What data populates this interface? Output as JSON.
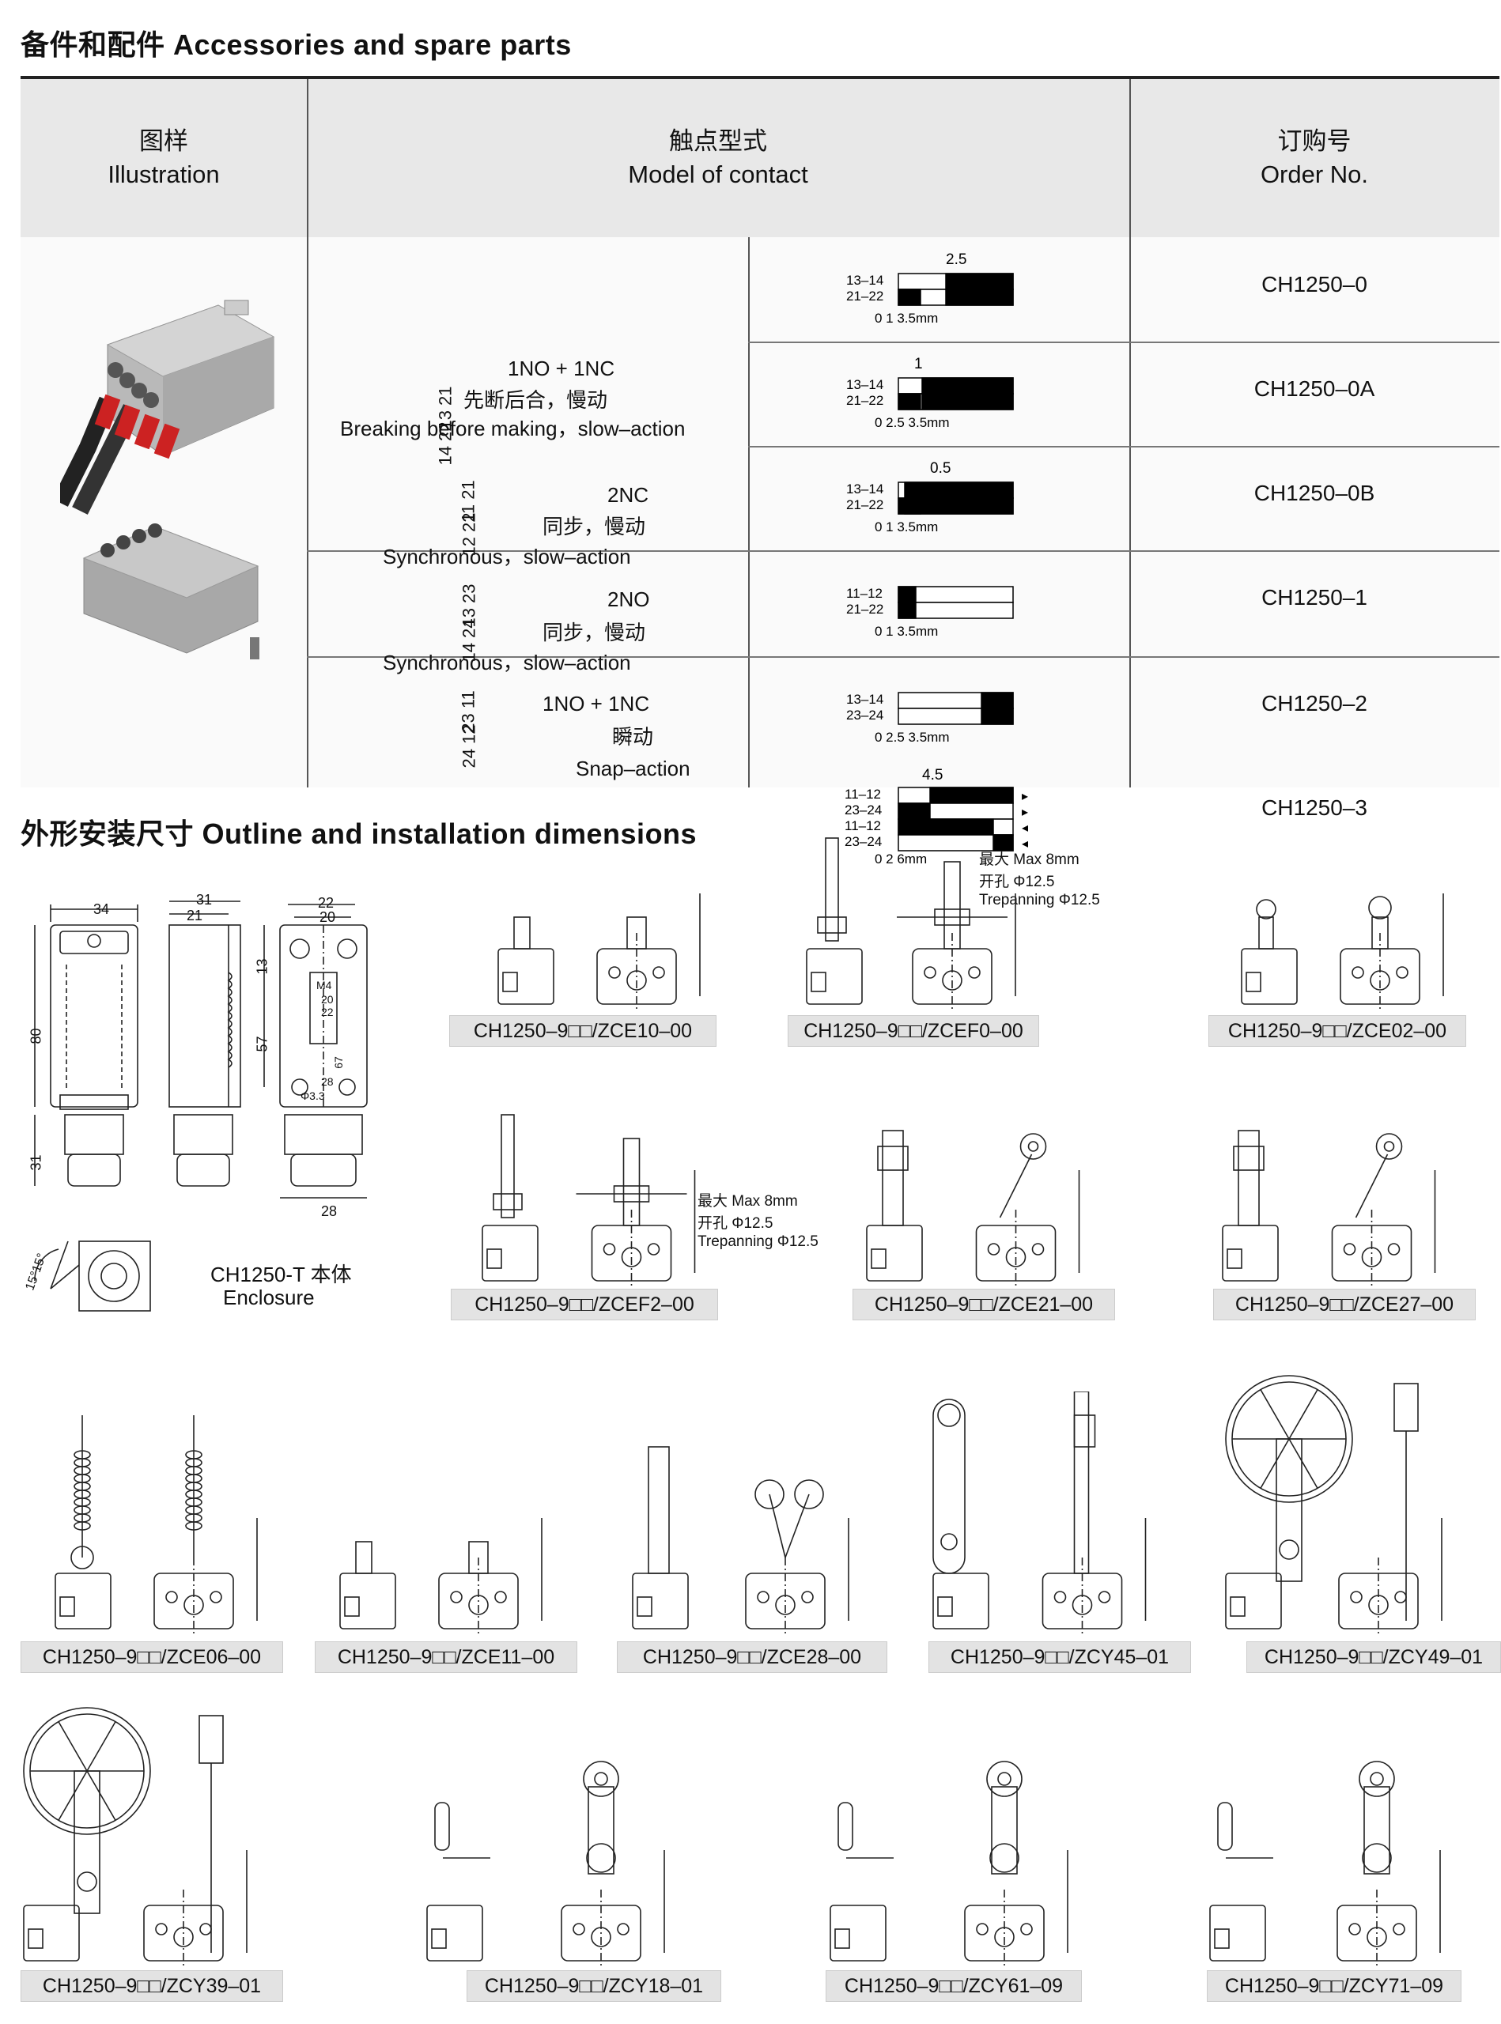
{
  "accessories": {
    "title": "备件和配件  Accessories and spare parts",
    "headers": {
      "illustration_cn": "图样",
      "illustration_en": "Illustration",
      "model_cn": "触点型式",
      "model_en": "Model of contact",
      "order_cn": "订购号",
      "order_en": "Order No."
    },
    "groups": [
      {
        "label": "1NO + 1NC",
        "cn": "先断后合，慢动",
        "en": "Breaking before making，slow–action",
        "pins_top": "13  21",
        "pins_bot": "14  22"
      },
      {
        "label": "2NC",
        "cn": "同步，慢动",
        "en": "Synchronous，slow–action",
        "pins_top": "11  21",
        "pins_bot": "12  22"
      },
      {
        "label": "2NO",
        "cn": "同步，慢动",
        "en": "Synchronous，slow–action",
        "pins_top": "13  23",
        "pins_bot": "14  24"
      },
      {
        "label": "1NO + 1NC",
        "cn": "瞬动",
        "en": "Snap–action",
        "pins_top": "23  11",
        "pins_bot": "24  12"
      }
    ],
    "rows": [
      {
        "order": "CH1250–0",
        "top": "2.5",
        "l1": "13–14",
        "l2": "21–22",
        "scale": "0   1       3.5mm"
      },
      {
        "order": "CH1250–0A",
        "top": "1",
        "l1": "13–14",
        "l2": "21–22",
        "scale": "0     2.5  3.5mm"
      },
      {
        "order": "CH1250–0B",
        "top": "0.5",
        "l1": "13–14",
        "l2": "21–22",
        "scale": "0     1      3.5mm"
      },
      {
        "order": "CH1250–1",
        "top": "",
        "l1": "11–12",
        "l2": "21–22",
        "scale": "0  1         3.5mm"
      },
      {
        "order": "CH1250–2",
        "top": "",
        "l1": "13–14",
        "l2": "23–24",
        "scale": "0        2.5  3.5mm"
      },
      {
        "order": "CH1250–3",
        "top": "4.5",
        "l1": "11–12",
        "l2": "23–24",
        "l3": "11–12",
        "l4": "23–24",
        "scale": "0  2          6mm"
      }
    ]
  },
  "outline": {
    "title": "外形安装尺寸  Outline and installation dimensions",
    "enclosure_cn": "CH1250-T 本体",
    "enclosure_en": "Enclosure",
    "dims": {
      "w34": "34",
      "w31": "31",
      "w21": "21",
      "w22": "22",
      "w20": "20",
      "h80": "80",
      "h31": "31",
      "h13": "13",
      "h57": "57",
      "b28": "28",
      "m4": "M4",
      "d20": "20",
      "d22": "22",
      "d67": "67",
      "d28": "28",
      "d33": "Φ3.3",
      "ang": "15°15°"
    },
    "notes": {
      "max_cn": "最大  Max 8mm",
      "hole_cn": "开孔  Φ12.5",
      "trep": "Trepanning Φ12.5"
    },
    "models": [
      "CH1250–9□□/ZCE10–00",
      "CH1250–9□□/ZCEF0–00",
      "CH1250–9□□/ZCE02–00",
      "CH1250–9□□/ZCEF2–00",
      "CH1250–9□□/ZCE21–00",
      "CH1250–9□□/ZCE27–00",
      "CH1250–9□□/ZCE06–00",
      "CH1250–9□□/ZCE11–00",
      "CH1250–9□□/ZCE28–00",
      "CH1250–9□□/ZCY45–01",
      "CH1250–9□□/ZCY49–01",
      "CH1250–9□□/ZCY39–01",
      "CH1250–9□□/ZCY18–01",
      "CH1250–9□□/ZCY61–09",
      "CH1250–9□□/ZCY71–09"
    ]
  }
}
